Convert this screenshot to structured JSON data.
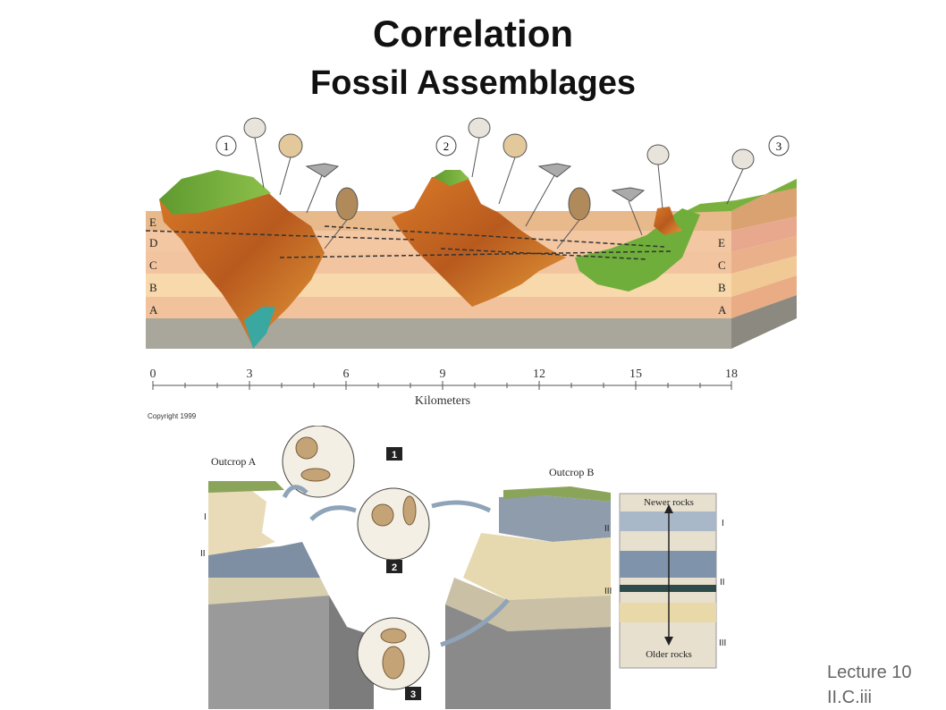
{
  "slide": {
    "title": "Correlation",
    "subtitle": "Fossil Assemblages",
    "footer_line1": "Lecture 10",
    "footer_line2": "II.C.iii"
  },
  "top_figure": {
    "site_numbers": [
      "1",
      "2",
      "3"
    ],
    "layer_labels": [
      "E",
      "D",
      "C",
      "B",
      "A"
    ],
    "scale_ticks": [
      "0",
      "3",
      "6",
      "9",
      "12",
      "15",
      "18"
    ],
    "scale_unit": "Kilometers",
    "copyright": "Copyright 1999",
    "colors": {
      "layer_E": "#e8b98a",
      "layer_D": "#f4c7a3",
      "layer_C": "#f2c4a0",
      "layer_B": "#f8d9ac",
      "layer_A": "#f2c29c",
      "base": "#a9a79c"
    }
  },
  "bottom_figure": {
    "outcrop_a": "Outcrop A",
    "outcrop_b": "Outcrop B",
    "step_labels": [
      "1",
      "2",
      "3"
    ],
    "unit_labels": [
      "I",
      "II",
      "III"
    ],
    "newer_rocks": "Newer rocks",
    "older_rocks": "Older rocks"
  }
}
